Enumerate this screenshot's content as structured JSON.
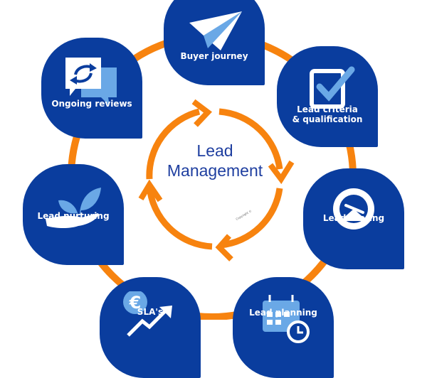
{
  "center": {
    "line1": "Lead",
    "line2": "Management",
    "copyright": "Copyright ©"
  },
  "colors": {
    "blue": "#0a3d9e",
    "light_blue": "#6aa8e6",
    "orange": "#f7830f",
    "title": "#1f3fa0"
  },
  "nodes": [
    {
      "label": "Buyer journey",
      "icon": "paper-plane-icon"
    },
    {
      "label": "Lead criteria",
      "label2": "& qualification",
      "icon": "checkbox-icon"
    },
    {
      "label": "Lead scoring",
      "icon": "speedometer-icon"
    },
    {
      "label": "Lead planning",
      "icon": "calendar-clock-icon"
    },
    {
      "label": "SLA's",
      "icon": "euro-growth-icon"
    },
    {
      "label": "Lead nurturing",
      "icon": "plant-hand-icon"
    },
    {
      "label": "Ongoing reviews",
      "icon": "chat-refresh-icon"
    }
  ]
}
